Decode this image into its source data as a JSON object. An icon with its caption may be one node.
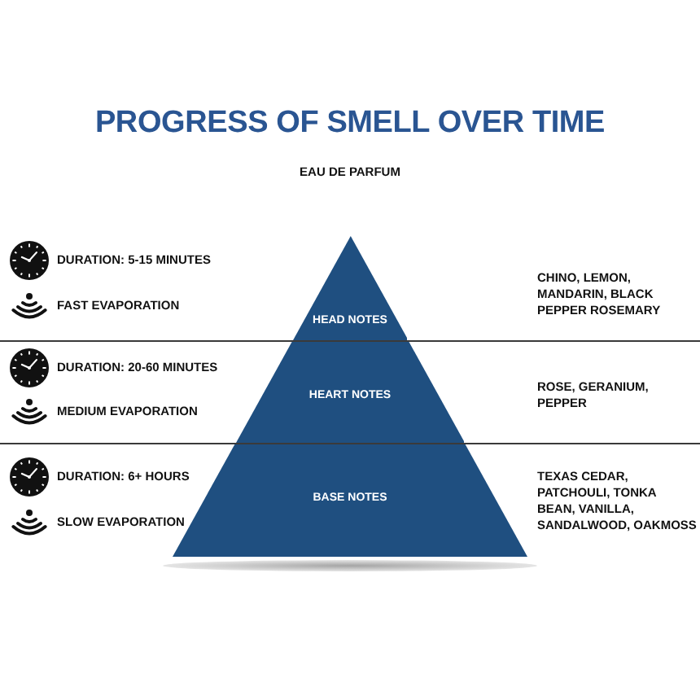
{
  "diagram": {
    "title": "PROGRESS OF SMELL OVER TIME",
    "nodes": [
      {
        "text": [
          "HEAD NOTES"
        ]
      },
      {
        "text": [
          "HEART NOTES"
        ]
      },
      {
        "text": [
          "BASE NOTES"
        ]
      }
    ],
    "labels": [
      "EAU DE PARFUM",
      "DURATION: 5-15 MINUTES",
      "CHINO, LEMON, MANDARIN, BLACK PEPPER ROSEMARY",
      "FAST EVAPORATION",
      "DURATION: 20-60 MINUTES",
      "ROSE, GERANIUM, PEPPER",
      "MEDIUM EVAPORATION",
      "DURATION: 6+ HOURS",
      "TEXAS CEDAR, PATCHOULI, TONKA BEAN, VANILLA, SANDALWOOD, OAKMOSS",
      "SLOW EVAPORATION"
    ]
  }
}
